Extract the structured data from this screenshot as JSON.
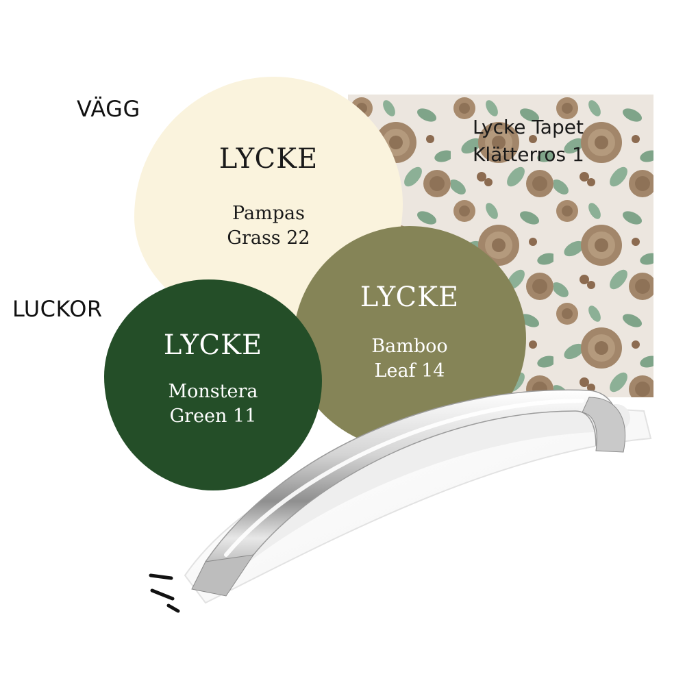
{
  "labels": {
    "wall": "VÄGG",
    "doors": "LUCKOR"
  },
  "wallpaper": {
    "line1": "Lycke Tapet",
    "line2": "Klätterros 1",
    "colors": {
      "background": "#ece6df",
      "rose": "#a2866a",
      "leaf": "#86aa90"
    }
  },
  "swatches": {
    "pampas": {
      "brand": "LYCKE",
      "line1": "Pampas",
      "line2": "Grass 22",
      "color": "#faf3dd"
    },
    "bamboo": {
      "brand": "LYCKE",
      "line1": "Bamboo",
      "line2": "Leaf 14",
      "color": "#858457"
    },
    "monstera": {
      "brand": "LYCKE",
      "line1": "Monstera",
      "line2": "Green 11",
      "color": "#244e28"
    }
  },
  "handle": {
    "icon": "cabinet-handle-chrome"
  }
}
